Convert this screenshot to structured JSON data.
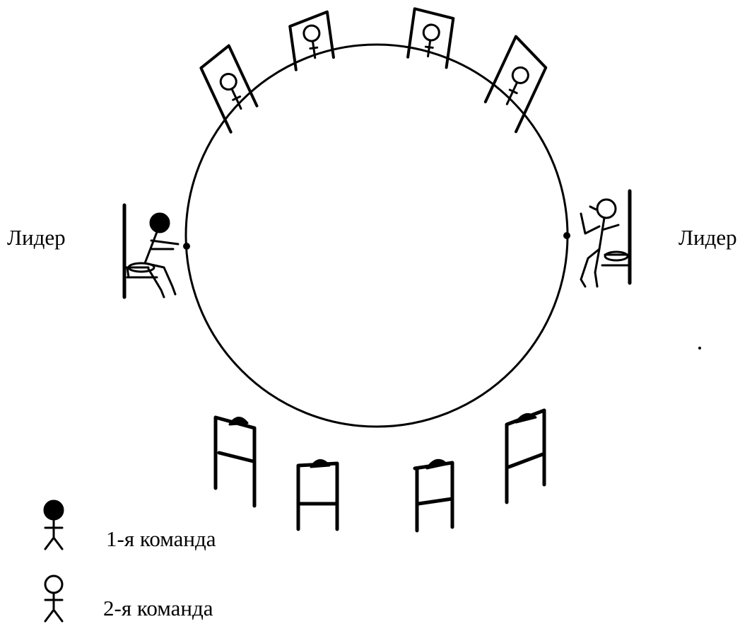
{
  "labels": {
    "leader_left": "Лидер",
    "leader_right": "Лидер"
  },
  "legend": {
    "team1": "1-я команда",
    "team2": "2-я команда"
  },
  "colors": {
    "ink": "#000000",
    "paper": "#ffffff"
  },
  "icons": {
    "team1": "filled-head-stick-figure-icon",
    "team2": "hollow-head-stick-figure-icon"
  }
}
